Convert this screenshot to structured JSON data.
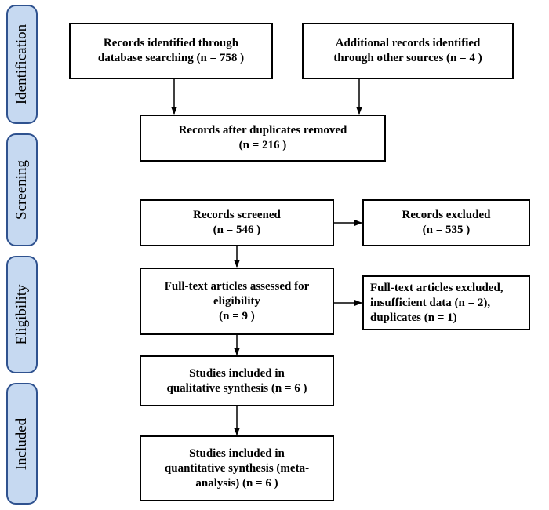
{
  "stages": {
    "identification": "Identification",
    "screening": "Screening",
    "eligibility": "Eligibility",
    "included": "Included"
  },
  "boxes": {
    "db_search": [
      "Records identified through",
      "database searching (n = 758 )"
    ],
    "other_sources": [
      "Additional records identified",
      "through other sources (n = 4 )"
    ],
    "after_dupes": [
      "Records after duplicates removed",
      "(n =  216 )"
    ],
    "screened": [
      "Records screened",
      "(n = 546 )"
    ],
    "excluded": [
      "Records excluded",
      "(n = 535 )"
    ],
    "fulltext": [
      "Full-text articles assessed for",
      "eligibility",
      "(n = 9 )"
    ],
    "fulltext_excluded": [
      "Full-text articles excluded,",
      "insufficient data (n = 2),",
      "duplicates (n = 1)"
    ],
    "qualitative": [
      "Studies included in",
      "qualitative synthesis (n = 6 )"
    ],
    "quantitative": [
      "Studies included in",
      "quantitative synthesis (meta-",
      "analysis) (n = 6 )"
    ]
  },
  "colors": {
    "stage_fill": "#c6d9f1",
    "stage_border": "#2f528f",
    "box_border": "#000000"
  }
}
